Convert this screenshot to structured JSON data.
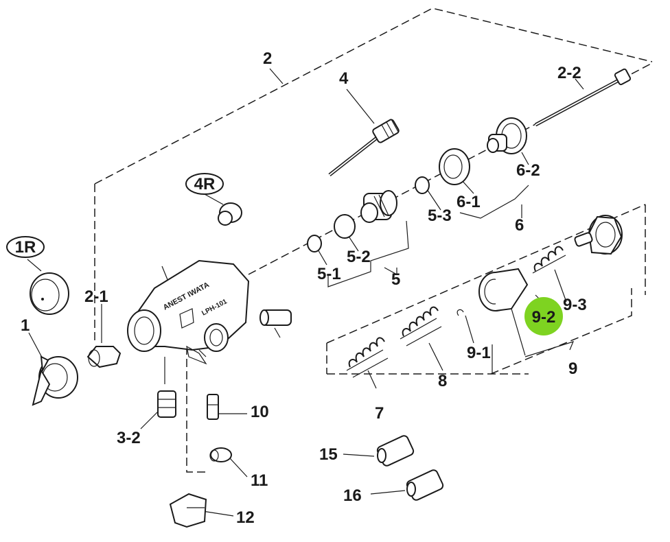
{
  "highlight_color": "#7ed321",
  "labels": {
    "l1": "1",
    "l1R": "1R",
    "l2": "2",
    "l2_1": "2-1",
    "l2_2": "2-2",
    "l3_2": "3-2",
    "l4": "4",
    "l4R": "4R",
    "l5": "5",
    "l5_1": "5-1",
    "l5_2": "5-2",
    "l5_3": "5-3",
    "l6": "6",
    "l6_1": "6-1",
    "l6_2": "6-2",
    "l7": "7",
    "l8": "8",
    "l9": "9",
    "l9_1": "9-1",
    "l9_2": "9-2",
    "l9_3": "9-3",
    "l10": "10",
    "l11": "11",
    "l12": "12",
    "l15": "15",
    "l16": "16"
  },
  "body_text": {
    "brand": "ANEST IWATA",
    "model": "LPH-101"
  }
}
